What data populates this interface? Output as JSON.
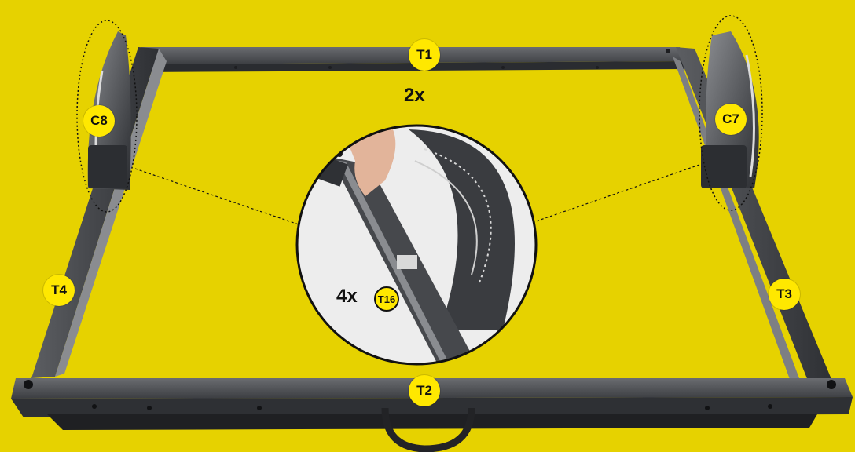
{
  "labels": {
    "t1": "T1",
    "t2": "T2",
    "t3": "T3",
    "t4": "T4",
    "c7": "C7",
    "c8": "C8"
  },
  "detail": {
    "quantity_top": "2x",
    "quantity_part": "4x",
    "part_label": "T16"
  },
  "colors": {
    "background": "#e6d200",
    "badge": "#ffe800",
    "frame": "#4a4c50"
  }
}
